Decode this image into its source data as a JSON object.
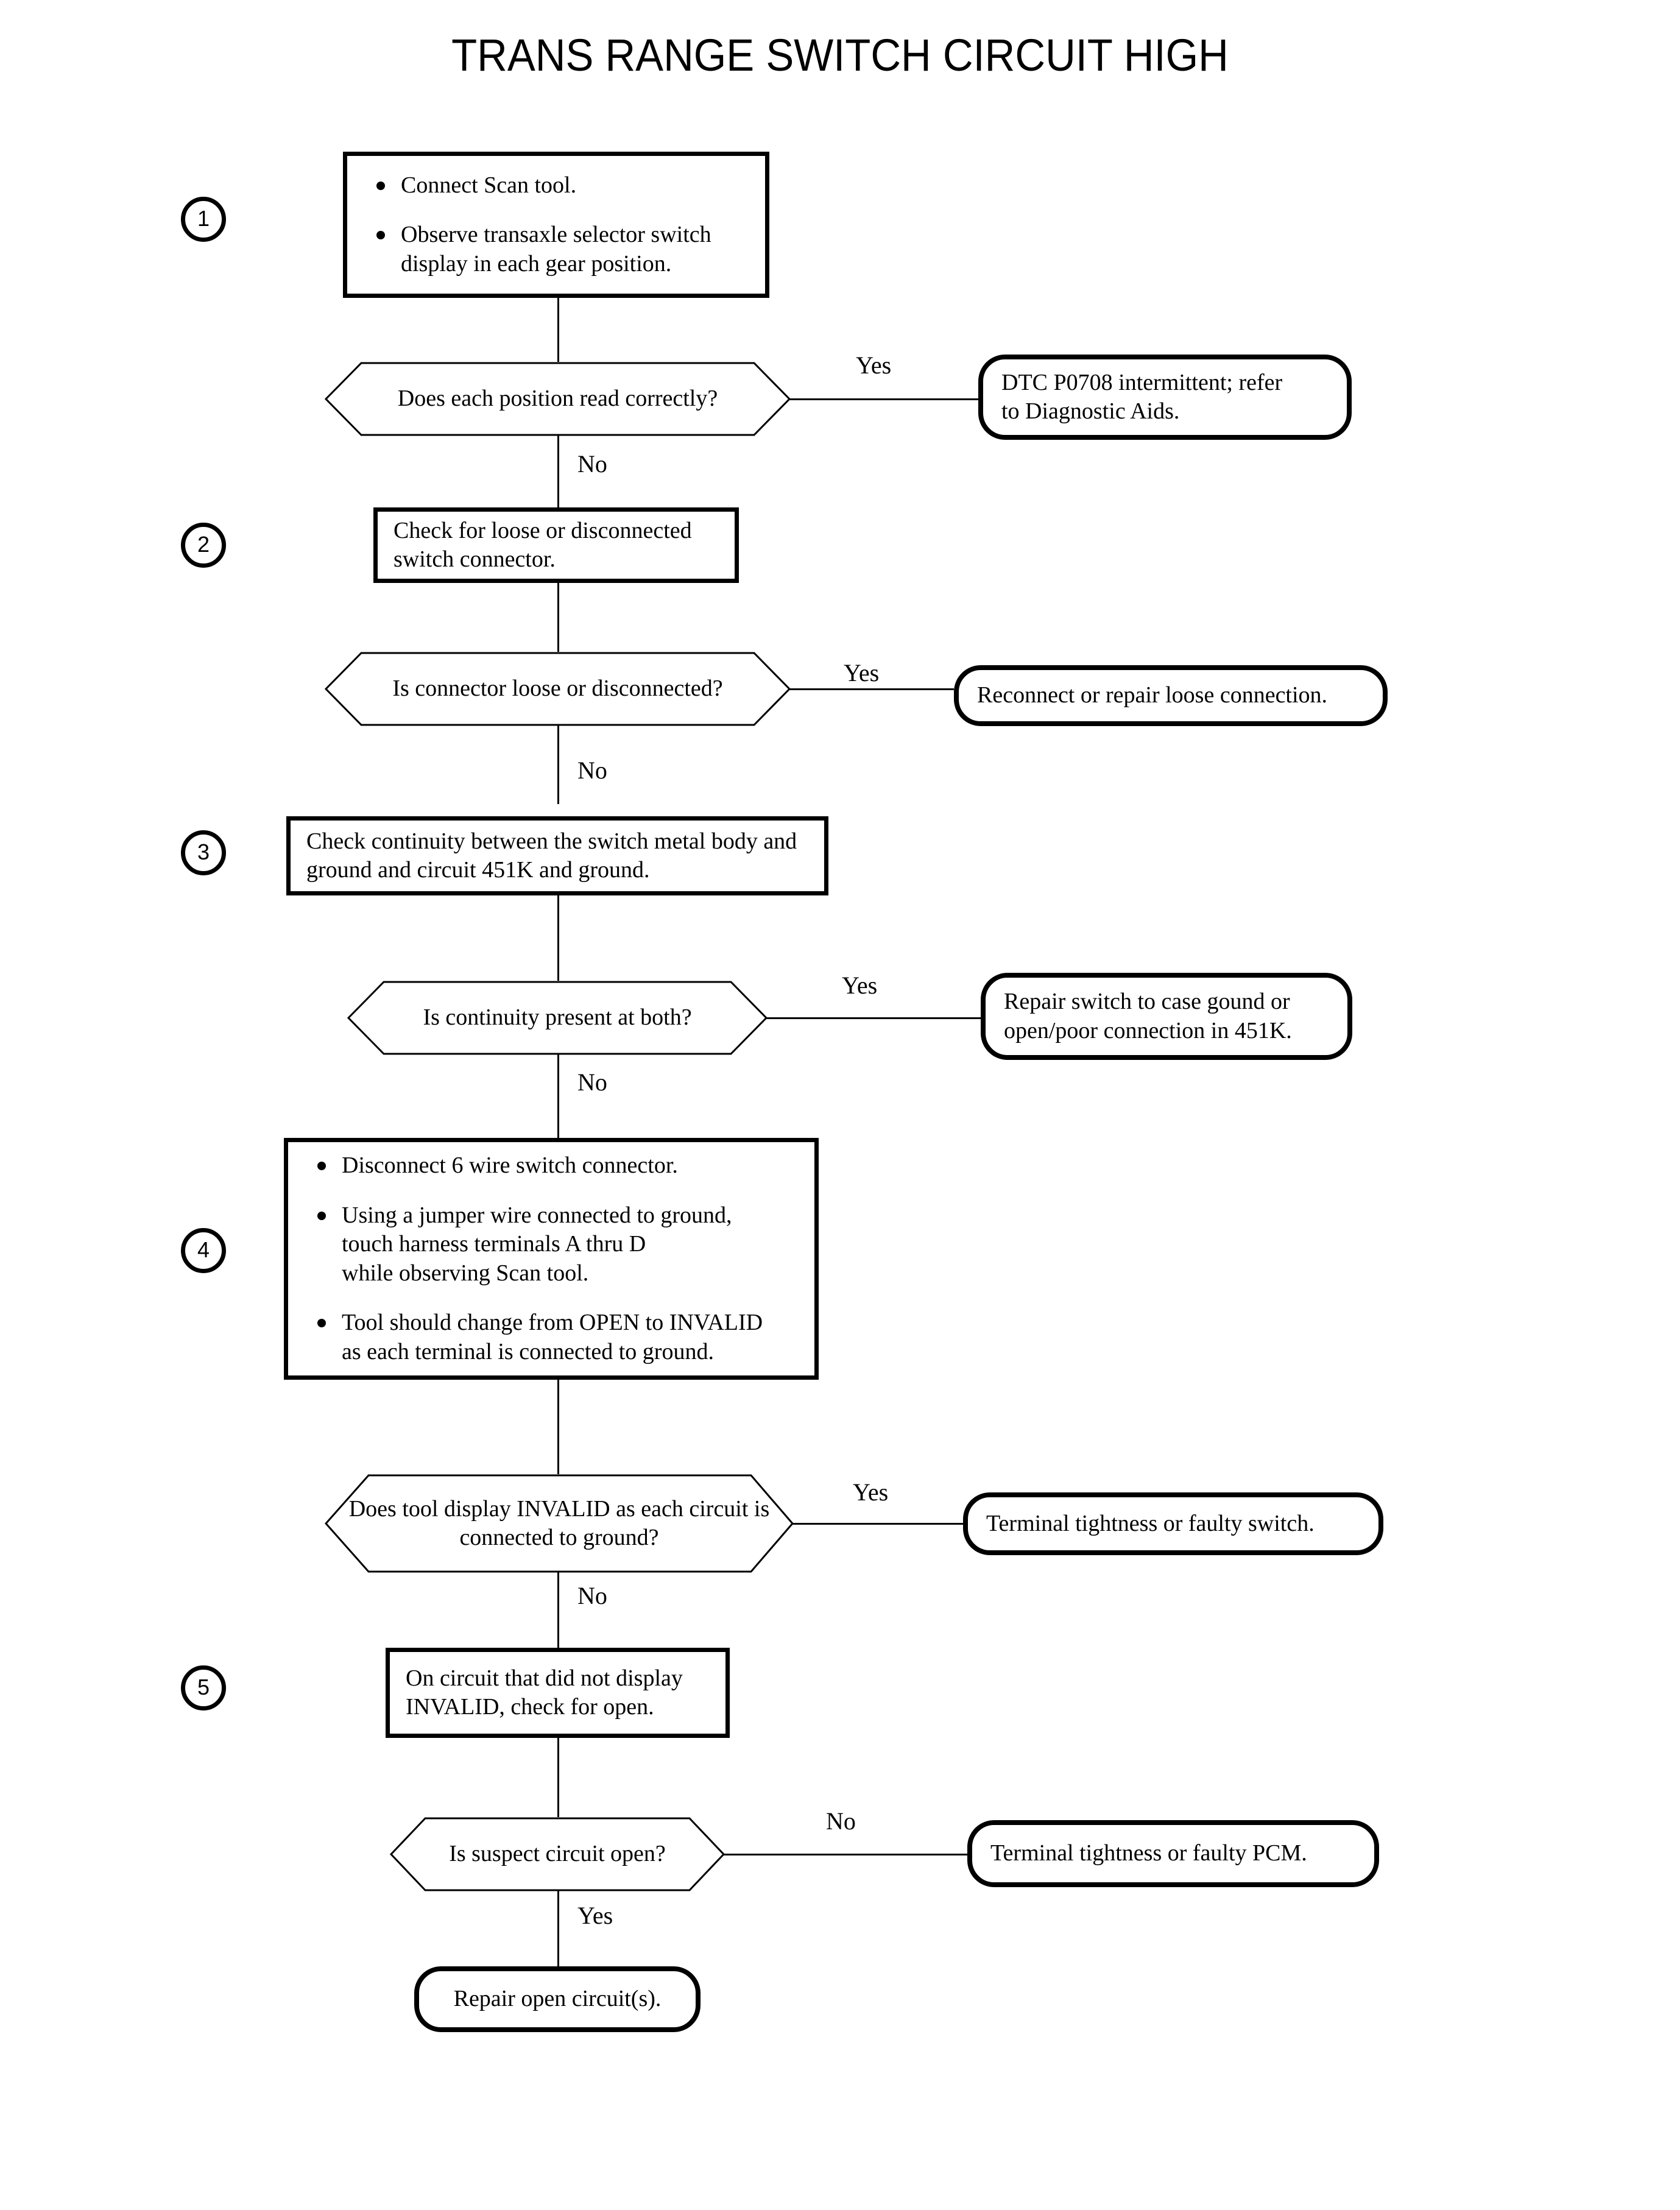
{
  "title": "TRANS RANGE SWITCH CIRCUIT HIGH",
  "labels": {
    "yes": "Yes",
    "no": "No"
  },
  "steps": [
    {
      "number": "1",
      "bullets": [
        "Connect Scan tool.",
        "Observe transaxle selector switch display in each gear position."
      ]
    },
    {
      "number": "2",
      "text": "Check for loose or disconnected switch connector."
    },
    {
      "number": "3",
      "text": "Check continuity between the switch metal body and ground and circuit 451K and ground."
    },
    {
      "number": "4",
      "bullets": [
        "Disconnect 6 wire switch connector.",
        "Using a jumper wire connected to ground, touch harness terminals A thru D while observing Scan tool.",
        "Tool should change from OPEN to INVALID as each terminal is connected to ground."
      ]
    },
    {
      "number": "5",
      "text": "On circuit that did not display INVALID, check for open."
    }
  ],
  "decisions": [
    {
      "id": "d1",
      "text": "Does each position read correctly?",
      "branch_right": "Yes",
      "branch_down": "No"
    },
    {
      "id": "d2",
      "text": "Is connector loose or disconnected?",
      "branch_right": "Yes",
      "branch_down": "No"
    },
    {
      "id": "d3",
      "text": "Is continuity present at both?",
      "branch_right": "Yes",
      "branch_down": "No"
    },
    {
      "id": "d4",
      "text": "Does tool display INVALID as each circuit is connected to ground?",
      "branch_right": "Yes",
      "branch_down": "No"
    },
    {
      "id": "d5",
      "text": "Is suspect circuit open?",
      "branch_right": "No",
      "branch_down": "Yes"
    }
  ],
  "terminators": [
    {
      "id": "t1",
      "lines": [
        "DTC P0708 intermittent; refer",
        "to Diagnostic Aids."
      ]
    },
    {
      "id": "t2",
      "lines": [
        "Reconnect or repair loose connection."
      ]
    },
    {
      "id": "t3",
      "lines": [
        "Repair switch to case gound or",
        "open/poor connection in 451K."
      ]
    },
    {
      "id": "t4",
      "lines": [
        "Terminal tightness or faulty switch."
      ]
    },
    {
      "id": "t5",
      "lines": [
        "Terminal tightness or faulty PCM."
      ]
    },
    {
      "id": "t6",
      "lines": [
        "Repair open circuit(s)."
      ]
    }
  ],
  "step4_bullet2_lines": [
    "Using a jumper wire connected to ground,",
    "touch harness terminals A thru D",
    "while observing Scan tool."
  ],
  "step4_bullet3_lines": [
    "Tool should change from OPEN to INVALID",
    "as each terminal is connected to ground."
  ],
  "colors": {
    "ink": "#000000",
    "paper": "#ffffff"
  }
}
